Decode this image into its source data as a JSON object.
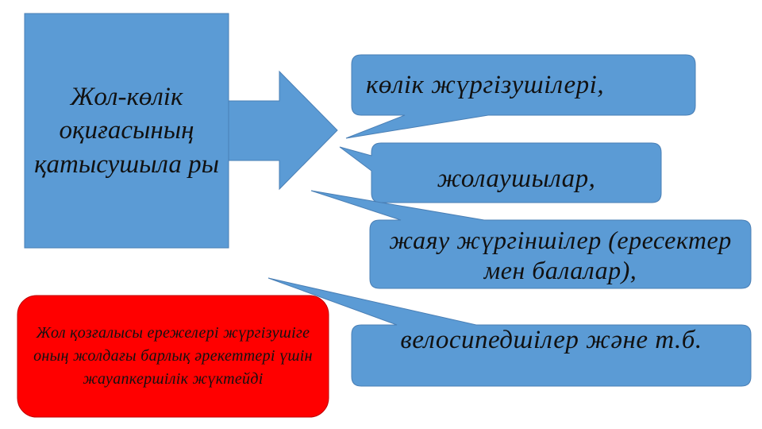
{
  "slide": {
    "main_box": {
      "text": "Жол-көлік оқиғасының қатысушыла ры"
    },
    "callouts": [
      {
        "text": "көлік жүргізушілері,"
      },
      {
        "text": "жолаушылар,"
      },
      {
        "text": "жаяу жүргіншілер (ересектер мен балалар),"
      },
      {
        "text": "велосипедшілер және т.б."
      }
    ],
    "note_box": {
      "text": "Жол қозғалысы ережелері жүргізушіге оның жолдағы барлық әрекеттері үшін жауапкершілік жүктейді"
    }
  },
  "colors": {
    "shape_fill": "#5b9bd5",
    "shape_stroke": "#4a7fb5",
    "note_fill": "#ff0000",
    "note_stroke": "#c00000",
    "text": "#111111",
    "background": "#ffffff"
  }
}
